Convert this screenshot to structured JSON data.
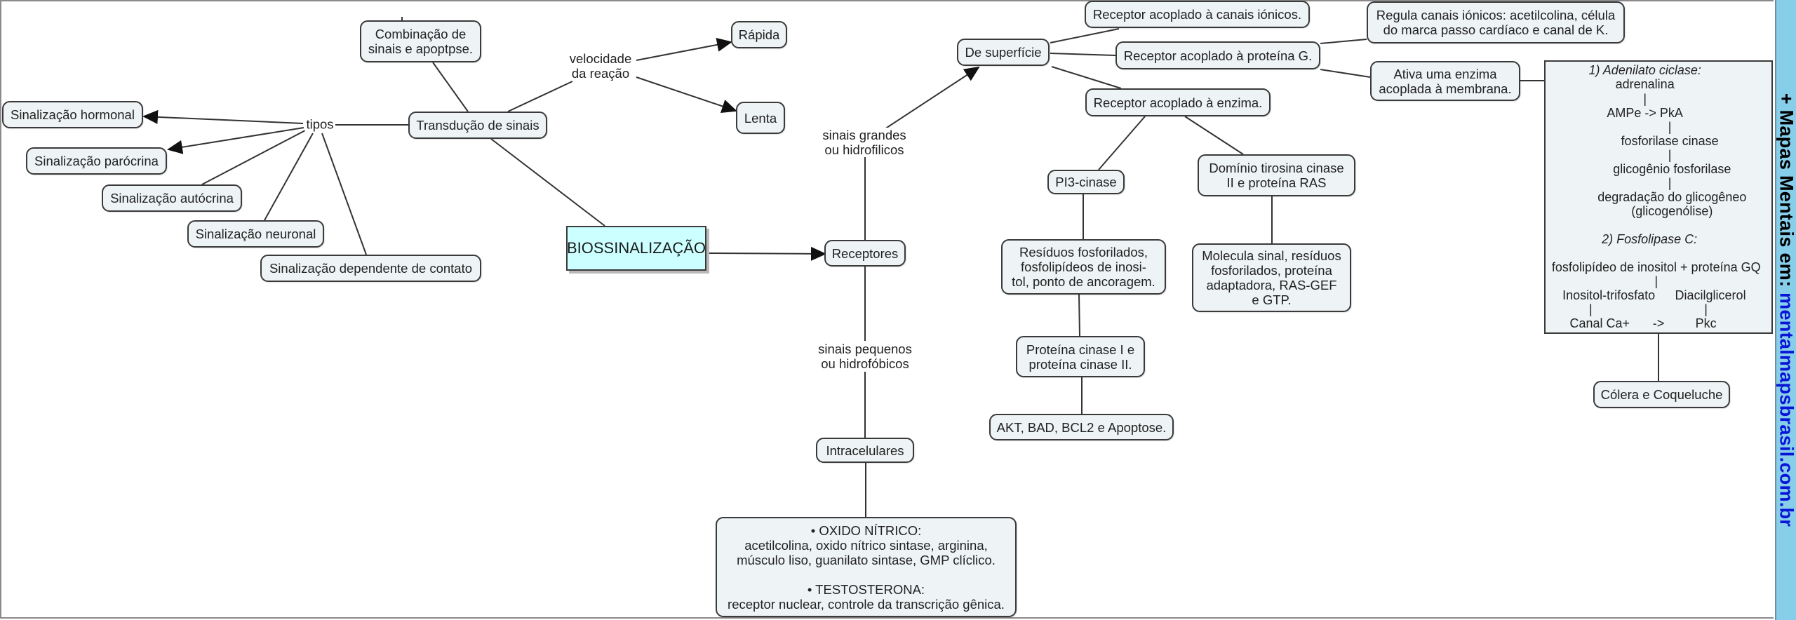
{
  "map": {
    "root": "BIOSSINALIZAÇÃO",
    "nodes": {
      "transducao": "Transdução de sinais",
      "combinacao": "Combinação de\nsinais e apoptpse.",
      "rapida": "Rápida",
      "lenta": "Lenta",
      "hormonal": "Sinalização hormonal",
      "parocrina": "Sinalização parócrina",
      "autocrina": "Sinalização autócrina",
      "neuronal": "Sinalização neuronal",
      "contato": "Sinalização dependente de contato",
      "receptores": "Receptores",
      "superficie": "De superfície",
      "intracelulares": "Intracelulares",
      "canais": "Receptor acoplado à canais iónicos.",
      "proteina_g": "Receptor acoplado à proteína G.",
      "enzima": "Receptor acoplado à enzima.",
      "regula": "Regula canais iónicos: acetilcolina, célula\ndo marca passo cardíaco e canal de K.",
      "ativa": "Ativa uma enzima\nacoplada à membrana.",
      "pi3": "PI3-cinase",
      "dominio": "Domínio tirosina cinase\nII e proteína RAS",
      "residuos": "Resíduos fosforilados,\nfosfolipídeos de inosi-\ntol, ponto de ancoragem.",
      "molecula": "Molecula sinal, resíduos\nfosforilados, proteína\nadaptadora, RAS-GEF\ne GTP.",
      "proteina_cinase": "Proteína cinase I e\nproteína cinase II.",
      "akt": "AKT, BAD, BCL2 e Apoptose.",
      "colera": "Cólera e Coqueluche",
      "oxido": "• OXIDO NÍTRICO:\nacetilcolina, oxido nítrico sintase, arginina,\nmúsculo liso, guanilato sintase, GMP clíclico.\n\n• TESTOSTERONA:\nreceptor nuclear, controle da transcrição gênica."
    },
    "link_labels": {
      "tipos": "tipos",
      "velocidade": "velocidade\nda reação",
      "sinais_grandes": "sinais grandes\nou hidrofilicos",
      "sinais_pequenos": "sinais pequenos\nou hidrofóbicos"
    },
    "enzyme_box": {
      "lines": [
        "1) Adenilato ciclase:",
        "adrenalina",
        "|",
        "AMPe -> PkA",
        "|",
        "fosforilase cinase",
        "|",
        "glicogênio fosforilase",
        "|",
        "degradação do glicogêneo",
        "(glicogenólise)",
        "2) Fosfolipase C:",
        "fosfolipídeo de inositol + proteína GQ",
        "|",
        "Inositol-trifosfato",
        "Diacilglicerol",
        "|",
        "|",
        "Canal Ca+",
        "->",
        "Pkc"
      ]
    },
    "edges": [
      {
        "from": "tipos",
        "to": "hormonal",
        "arrow": true
      },
      {
        "from": "tipos",
        "to": "parocrina",
        "arrow": true
      },
      {
        "from": "tipos",
        "to": "autocrina",
        "arrow": false
      },
      {
        "from": "tipos",
        "to": "neuronal",
        "arrow": false
      },
      {
        "from": "tipos",
        "to": "contato",
        "arrow": false
      },
      {
        "from": "transducao",
        "to": "tipos",
        "arrow": false
      },
      {
        "from": "transducao",
        "to": "combinacao",
        "arrow": false
      },
      {
        "from": "transducao",
        "to": "velocidade",
        "arrow": false
      },
      {
        "from": "velocidade",
        "to": "rapida",
        "arrow": true
      },
      {
        "from": "velocidade",
        "to": "lenta",
        "arrow": true
      },
      {
        "from": "transducao",
        "to": "root",
        "arrow": false
      },
      {
        "from": "root",
        "to": "receptores",
        "arrow": true
      },
      {
        "from": "receptores",
        "to": "sinais_grandes",
        "arrow": false
      },
      {
        "from": "sinais_grandes",
        "to": "superficie",
        "arrow": true
      },
      {
        "from": "receptores",
        "to": "sinais_pequenos",
        "arrow": false
      },
      {
        "from": "sinais_pequenos",
        "to": "intracelulares",
        "arrow": false
      },
      {
        "from": "intracelulares",
        "to": "oxido",
        "arrow": false
      },
      {
        "from": "superficie",
        "to": "canais",
        "arrow": false
      },
      {
        "from": "superficie",
        "to": "proteina_g",
        "arrow": false
      },
      {
        "from": "superficie",
        "to": "enzima",
        "arrow": false
      },
      {
        "from": "proteina_g",
        "to": "regula",
        "arrow": false
      },
      {
        "from": "proteina_g",
        "to": "ativa",
        "arrow": false
      },
      {
        "from": "ativa",
        "to": "enzyme_box",
        "arrow": false
      },
      {
        "from": "enzyme_box",
        "to": "colera",
        "arrow": false
      },
      {
        "from": "enzima",
        "to": "pi3",
        "arrow": false
      },
      {
        "from": "enzima",
        "to": "dominio",
        "arrow": false
      },
      {
        "from": "pi3",
        "to": "residuos",
        "arrow": false
      },
      {
        "from": "residuos",
        "to": "proteina_cinase",
        "arrow": false
      },
      {
        "from": "proteina_cinase",
        "to": "akt",
        "arrow": false
      },
      {
        "from": "dominio",
        "to": "molecula",
        "arrow": false
      }
    ]
  },
  "sidebar": {
    "prefix": "+ Mapas Mentais em: ",
    "link": "mentalmapsbrasil.com.br",
    "background": "#87ceeb",
    "link_color": "#0a14d6"
  },
  "colors": {
    "node_fill": "#eef3f5",
    "root_fill": "#ccffff",
    "stroke": "#333333"
  }
}
